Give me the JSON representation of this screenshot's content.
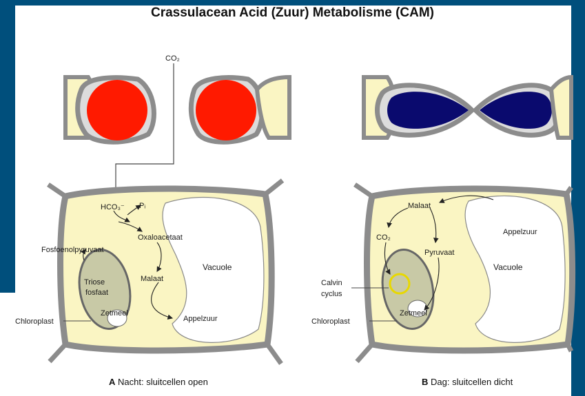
{
  "title": "Crassulacean Acid (Zuur) Metabolisme (CAM)",
  "colors": {
    "frame": "#004f7c",
    "cell_fill": "#faf5c3",
    "cell_wall": "#8c8c8c",
    "stomata_open": "#ff1a00",
    "stomata_closed": "#0a0a6e",
    "chloroplast": "#c8c9a6"
  },
  "panel_a": {
    "co2": "CO₂",
    "hco3": "HCO₃⁻",
    "pi": "Pᵢ",
    "oxaloacetaat": "Oxaloacetaat",
    "fosfoenolpyruvaat": "Fosfoenolpyruvaat",
    "malaat": "Malaat",
    "vacuole": "Vacuole",
    "triose": "Triose",
    "fosfaat": "fosfaat",
    "zetmeel": "Zetmeel",
    "appelzuur": "Appelzuur",
    "chloroplast": "Chloroplast",
    "caption_letter": "A",
    "caption_text": "Nacht:  sluitcellen open"
  },
  "panel_b": {
    "malaat": "Malaat",
    "co2": "CO₂",
    "pyruvaat": "Pyruvaat",
    "appelzuur": "Appelzuur",
    "vacuole": "Vacuole",
    "calvin": "Calvin",
    "cyclus": "cyclus",
    "chloroplast": "Chloroplast",
    "zetmeel": "Zetmeel",
    "caption_letter": "B",
    "caption_text": "Dag:  sluitcellen dicht"
  }
}
